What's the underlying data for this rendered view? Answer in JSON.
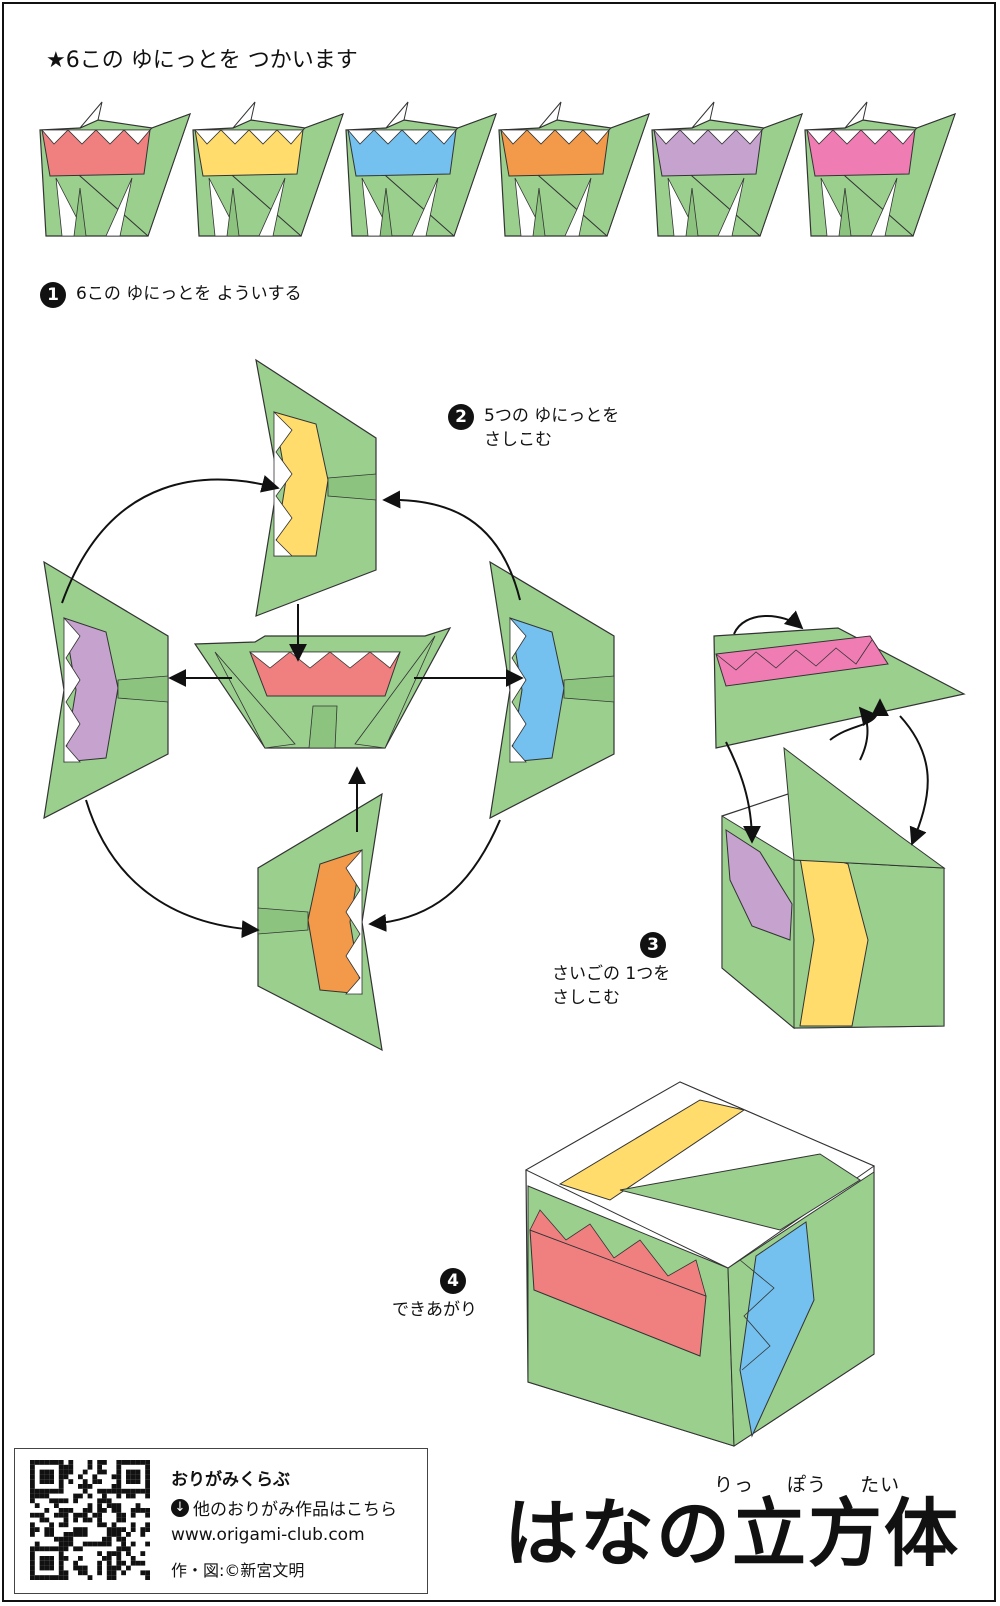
{
  "header": "★6この ゆにっとを つかいます",
  "units": {
    "colors": [
      "#f08080",
      "#ffdc6b",
      "#74c0ee",
      "#f29a4a",
      "#c6a2cf",
      "#f07cb4"
    ],
    "leaf": "#9acf8e",
    "leaf_dark": "#6fae63"
  },
  "steps": [
    {
      "num": "1",
      "lines": [
        "6この ゆにっとを よういする"
      ]
    },
    {
      "num": "2",
      "lines": [
        "5つの ゆにっとを",
        "さしこむ"
      ]
    },
    {
      "num": "3",
      "lines": [
        "さいごの 1つを",
        "さしこむ"
      ]
    },
    {
      "num": "4",
      "lines": [
        "できあがり"
      ]
    }
  ],
  "footer": {
    "site_name": "おりがみくらぶ",
    "more_link": "他のおりがみ作品はこちら",
    "url": "www.origami-club.com",
    "credit": "作・図:©新宮文明",
    "down_icon": "down-arrow-circle-icon"
  },
  "title": {
    "main": "はなの立方体",
    "ruby": "りっ ぽう たい"
  }
}
